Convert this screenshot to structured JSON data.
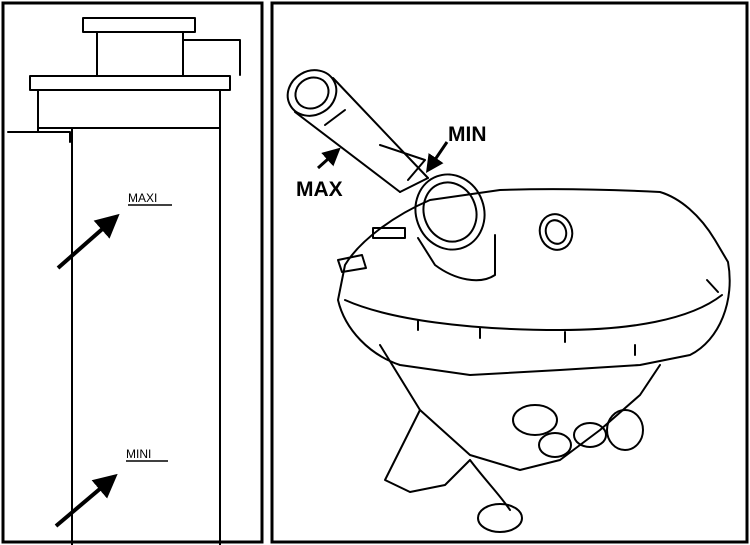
{
  "left_panel": {
    "label_maxi": "MAXI",
    "label_mini": "MINI"
  },
  "right_panel": {
    "label_min": "MIN",
    "label_max": "MAX"
  }
}
